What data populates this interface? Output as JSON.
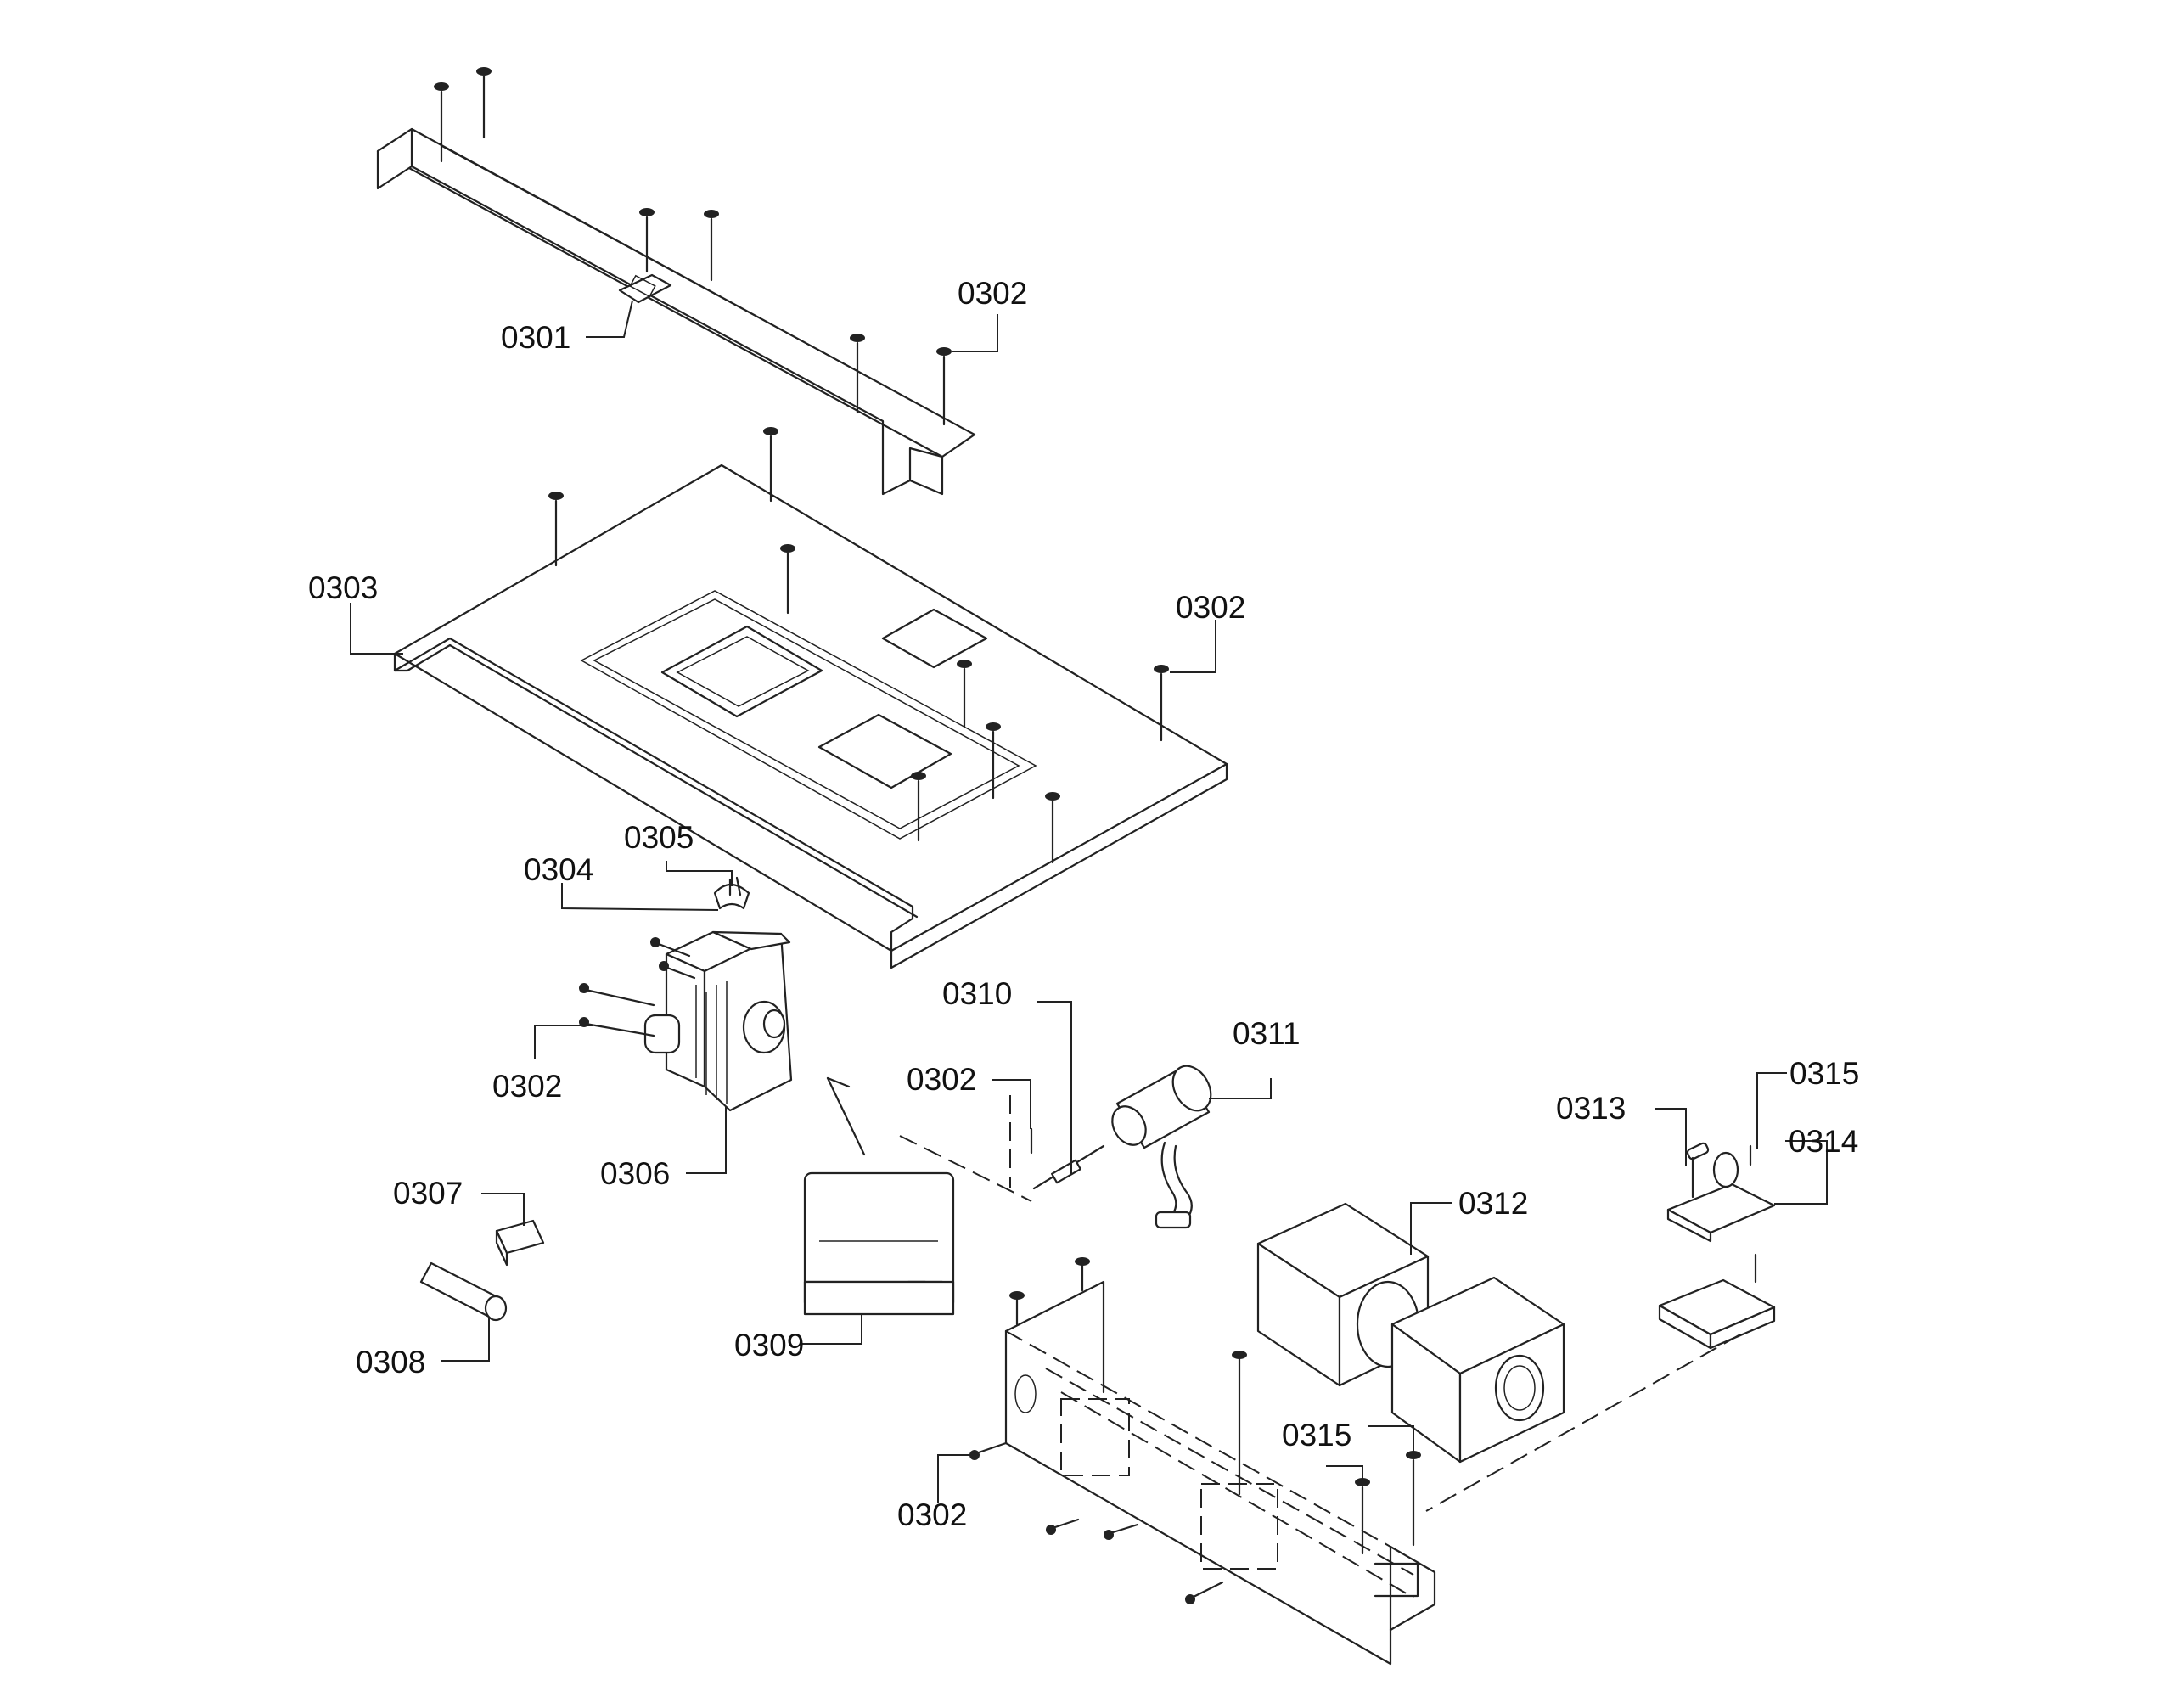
{
  "diagram": {
    "callouts": [
      {
        "id": "c0301",
        "label": "0301"
      },
      {
        "id": "c0302a",
        "label": "0302"
      },
      {
        "id": "c0303",
        "label": "0303"
      },
      {
        "id": "c0302b",
        "label": "0302"
      },
      {
        "id": "c0305",
        "label": "0305"
      },
      {
        "id": "c0304",
        "label": "0304"
      },
      {
        "id": "c0310",
        "label": "0310"
      },
      {
        "id": "c0311",
        "label": "0311"
      },
      {
        "id": "c0302c",
        "label": "0302"
      },
      {
        "id": "c0302d",
        "label": "0302"
      },
      {
        "id": "c0315a",
        "label": "0315"
      },
      {
        "id": "c0313",
        "label": "0313"
      },
      {
        "id": "c0314",
        "label": "0314"
      },
      {
        "id": "c0306",
        "label": "0306"
      },
      {
        "id": "c0307",
        "label": "0307"
      },
      {
        "id": "c0312",
        "label": "0312"
      },
      {
        "id": "c0309",
        "label": "0309"
      },
      {
        "id": "c0308",
        "label": "0308"
      },
      {
        "id": "c0315b",
        "label": "0315"
      },
      {
        "id": "c0302e",
        "label": "0302"
      }
    ]
  }
}
